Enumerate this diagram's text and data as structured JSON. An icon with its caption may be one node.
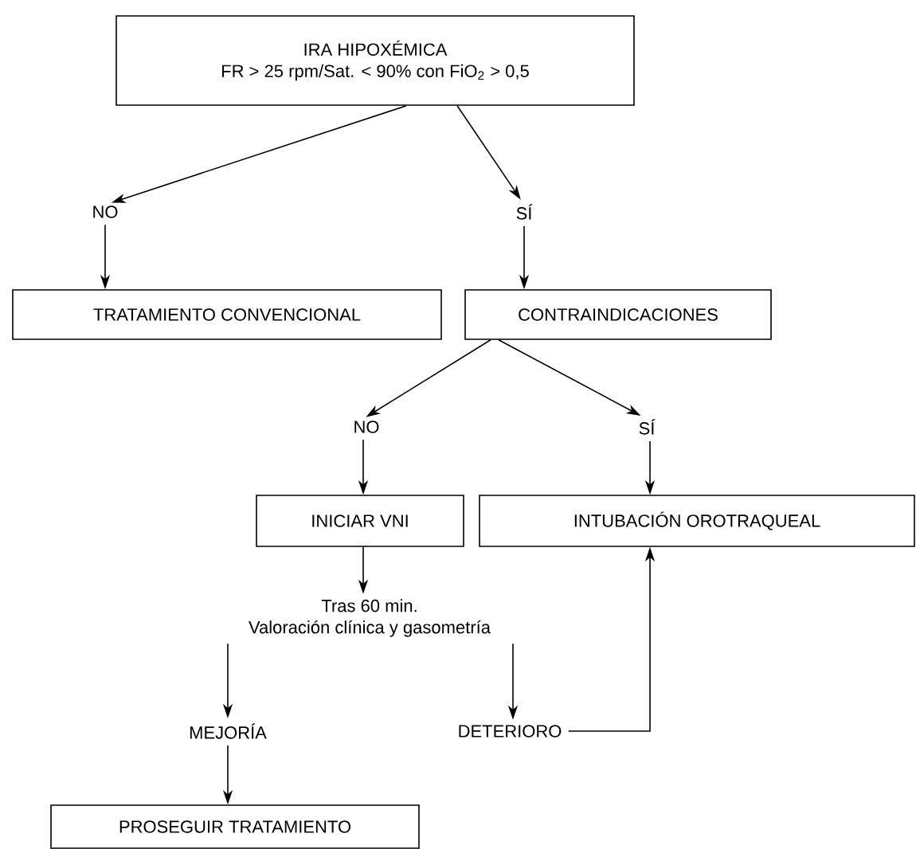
{
  "diagram": {
    "nodes": [
      {
        "text": [
          "IRA HIPOXÉMICA",
          "FR > 25 rpm/Sat. < 90% con FiO$_{2}$ > 0,5"
        ]
      },
      {
        "text": [
          "NO"
        ]
      },
      {
        "text": [
          "SÍ"
        ]
      },
      {
        "text": [
          "TRATAMIENTO CONVENCIONAL"
        ]
      },
      {
        "text": [
          "CONTRAINDICACIONES"
        ]
      },
      {
        "text": [
          "NO"
        ]
      },
      {
        "text": [
          "SÍ"
        ]
      },
      {
        "text": [
          "INICIAR VNI"
        ]
      },
      {
        "text": [
          "INTUBACIÓN OROTRAQUEAL"
        ]
      },
      {
        "text": [
          "Tras 60 min.",
          "Valoración clínica y gasometría"
        ]
      },
      {
        "text": [
          "MEJORÍA"
        ]
      },
      {
        "text": [
          "DETERIORO"
        ]
      },
      {
        "text": [
          "PROSEGUIR TRATAMIENTO"
        ]
      }
    ],
    "edges": [
      {
        "from": 0,
        "to": 1,
        "arrow": "to"
      },
      {
        "from": 0,
        "to": 2,
        "arrow": "to"
      },
      {
        "from": 1,
        "to": 3,
        "arrow": "to"
      },
      {
        "from": 2,
        "to": 4,
        "arrow": "to"
      },
      {
        "from": 4,
        "to": 5,
        "arrow": "to"
      },
      {
        "from": 4,
        "to": 6,
        "arrow": "to"
      },
      {
        "from": 5,
        "to": 7,
        "arrow": "to"
      },
      {
        "from": 6,
        "to": 8,
        "arrow": "to"
      },
      {
        "from": 7,
        "to": 9,
        "arrow": "to"
      },
      {
        "from": 9,
        "to": 10,
        "arrow": "to"
      },
      {
        "from": 9,
        "to": 11,
        "arrow": "to"
      },
      {
        "from": 10,
        "to": 12,
        "arrow": "to"
      },
      {
        "from": 11,
        "to": 8,
        "arrow": "to"
      }
    ]
  }
}
